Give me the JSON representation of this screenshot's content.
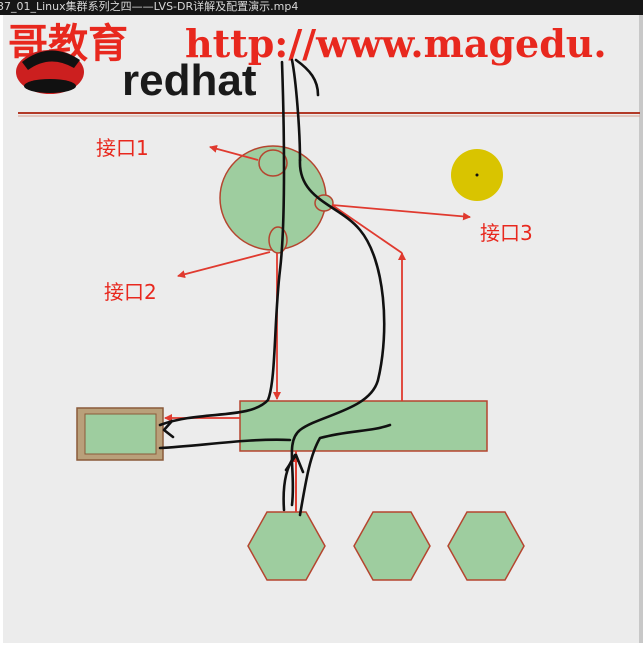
{
  "window": {
    "title": "37_01_Linux集群系列之四——LVS-DR详解及配置演示.mp4"
  },
  "banner": {
    "cn_text": "哥教育",
    "url_text": "http://www.magedu."
  },
  "logo": {
    "text": "redhat",
    "icon": "redhat-shadowman-icon"
  },
  "labels": {
    "iface1": "接口1",
    "iface2": "接口2",
    "iface3": "接口3"
  },
  "colors": {
    "accent": "#e03a2f",
    "node_fill": "#9ecd9f",
    "node_stroke": "#b5452f",
    "pointer": "#d9c400",
    "ink": "#111111"
  }
}
